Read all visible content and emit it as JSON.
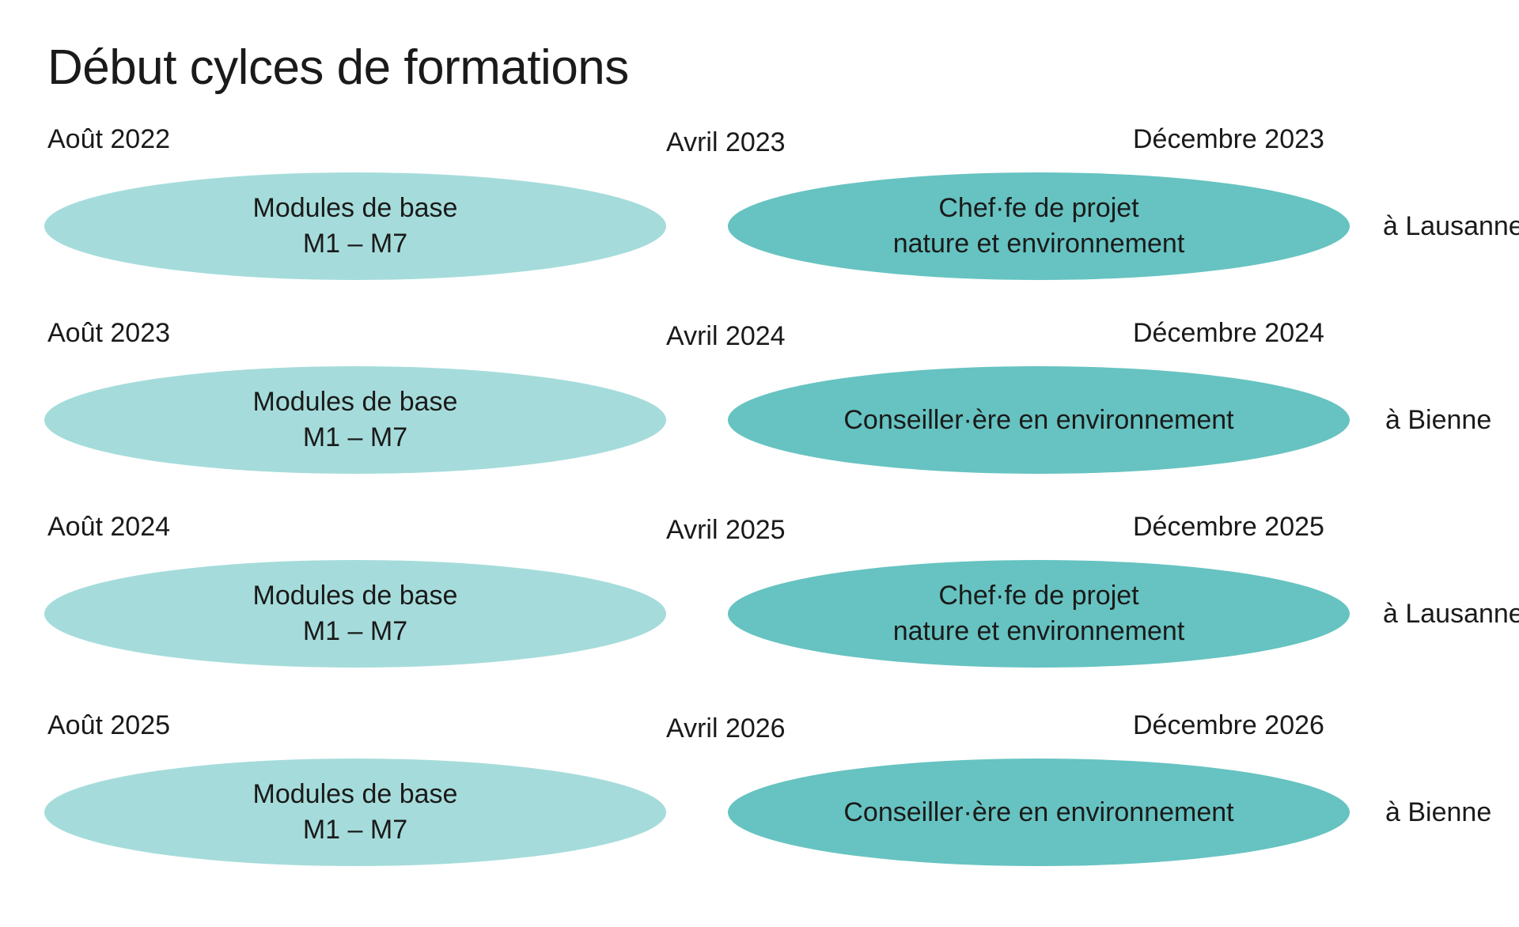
{
  "title": "Début cylces de formations",
  "cycles": [
    {
      "start": "Août 2022",
      "mid": "Avril 2023",
      "end": "Décembre 2023",
      "base_line1": "Modules de base",
      "base_line2": "M1 – M7",
      "program_line1": "Chef·fe de projet",
      "program_line2": "nature et environnement",
      "location": "à Lausanne"
    },
    {
      "start": "Août 2023",
      "mid": "Avril 2024",
      "end": "Décembre 2024",
      "base_line1": "Modules de base",
      "base_line2": "M1 – M7",
      "program_line1": "Conseiller·ère en environnement",
      "program_line2": "",
      "location": "à Bienne"
    },
    {
      "start": "Août 2024",
      "mid": "Avril 2025",
      "end": "Décembre 2025",
      "base_line1": "Modules de base",
      "base_line2": "M1 – M7",
      "program_line1": "Chef·fe de projet",
      "program_line2": "nature et environnement",
      "location": "à Lausanne"
    },
    {
      "start": "Août 2025",
      "mid": "Avril 2026",
      "end": "Décembre 2026",
      "base_line1": "Modules de base",
      "base_line2": "M1 – M7",
      "program_line1": "Conseiller·ère en environnement",
      "program_line2": "",
      "location": "à Bienne"
    }
  ],
  "colors": {
    "base_ellipse": "#a5dcdb",
    "program_ellipse": "#66c3c1",
    "text": "#1a1a1a"
  }
}
